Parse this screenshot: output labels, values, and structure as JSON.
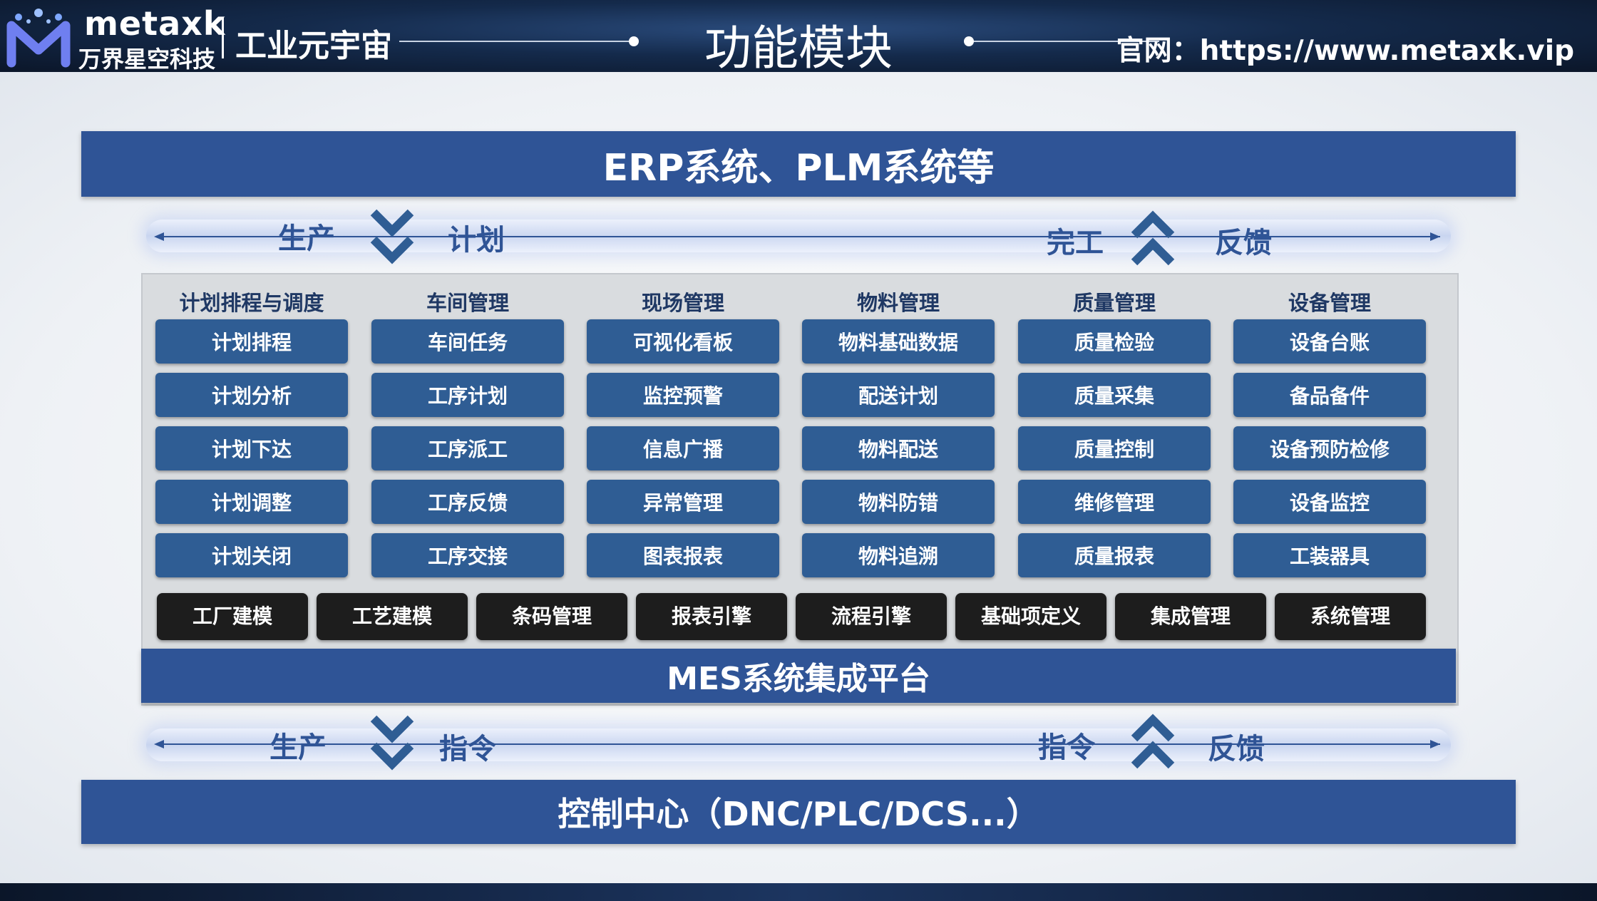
{
  "header": {
    "brand_en": "metaxk",
    "brand_cn": "万界星空科技",
    "brand_sub": "工业元宇宙",
    "title": "功能模块",
    "site": "官网：https://www.metaxk.vip"
  },
  "top_system": "ERP系统、PLM系统等",
  "upper_flow": {
    "left_a": "生产",
    "left_b": "计划",
    "right_a": "完工",
    "right_b": "反馈"
  },
  "columns": [
    {
      "heading": "计划排程与调度",
      "items": [
        "计划排程",
        "计划分析",
        "计划下达",
        "计划调整",
        "计划关闭"
      ]
    },
    {
      "heading": "车间管理",
      "items": [
        "车间任务",
        "工序计划",
        "工序派工",
        "工序反馈",
        "工序交接"
      ]
    },
    {
      "heading": "现场管理",
      "items": [
        "可视化看板",
        "监控预警",
        "信息广播",
        "异常管理",
        "图表报表"
      ]
    },
    {
      "heading": "物料管理",
      "items": [
        "物料基础数据",
        "配送计划",
        "物料配送",
        "物料防错",
        "物料追溯"
      ]
    },
    {
      "heading": "质量管理",
      "items": [
        "质量检验",
        "质量采集",
        "质量控制",
        "维修管理",
        "质量报表"
      ]
    },
    {
      "heading": "设备管理",
      "items": [
        "设备台账",
        "备品备件",
        "设备预防检修",
        "设备监控",
        "工装器具"
      ]
    }
  ],
  "base_modules": [
    "工厂建模",
    "工艺建模",
    "条码管理",
    "报表引擎",
    "流程引擎",
    "基础项定义",
    "集成管理",
    "系统管理"
  ],
  "platform": "MES系统集成平台",
  "lower_flow": {
    "left_a": "生产",
    "left_b": "指令",
    "right_a": "指令",
    "right_b": "反馈"
  },
  "bottom_system": "控制中心（DNC/PLC/DCS...）",
  "colors": {
    "primary": "#2f5496",
    "module": "#2f5d94",
    "base": "#1d1d1d",
    "header": "#142a4b"
  },
  "icons": {
    "logo": "metaxk-m-logo-icon",
    "down": "double-chevron-down-icon",
    "up": "double-chevron-up-icon"
  }
}
